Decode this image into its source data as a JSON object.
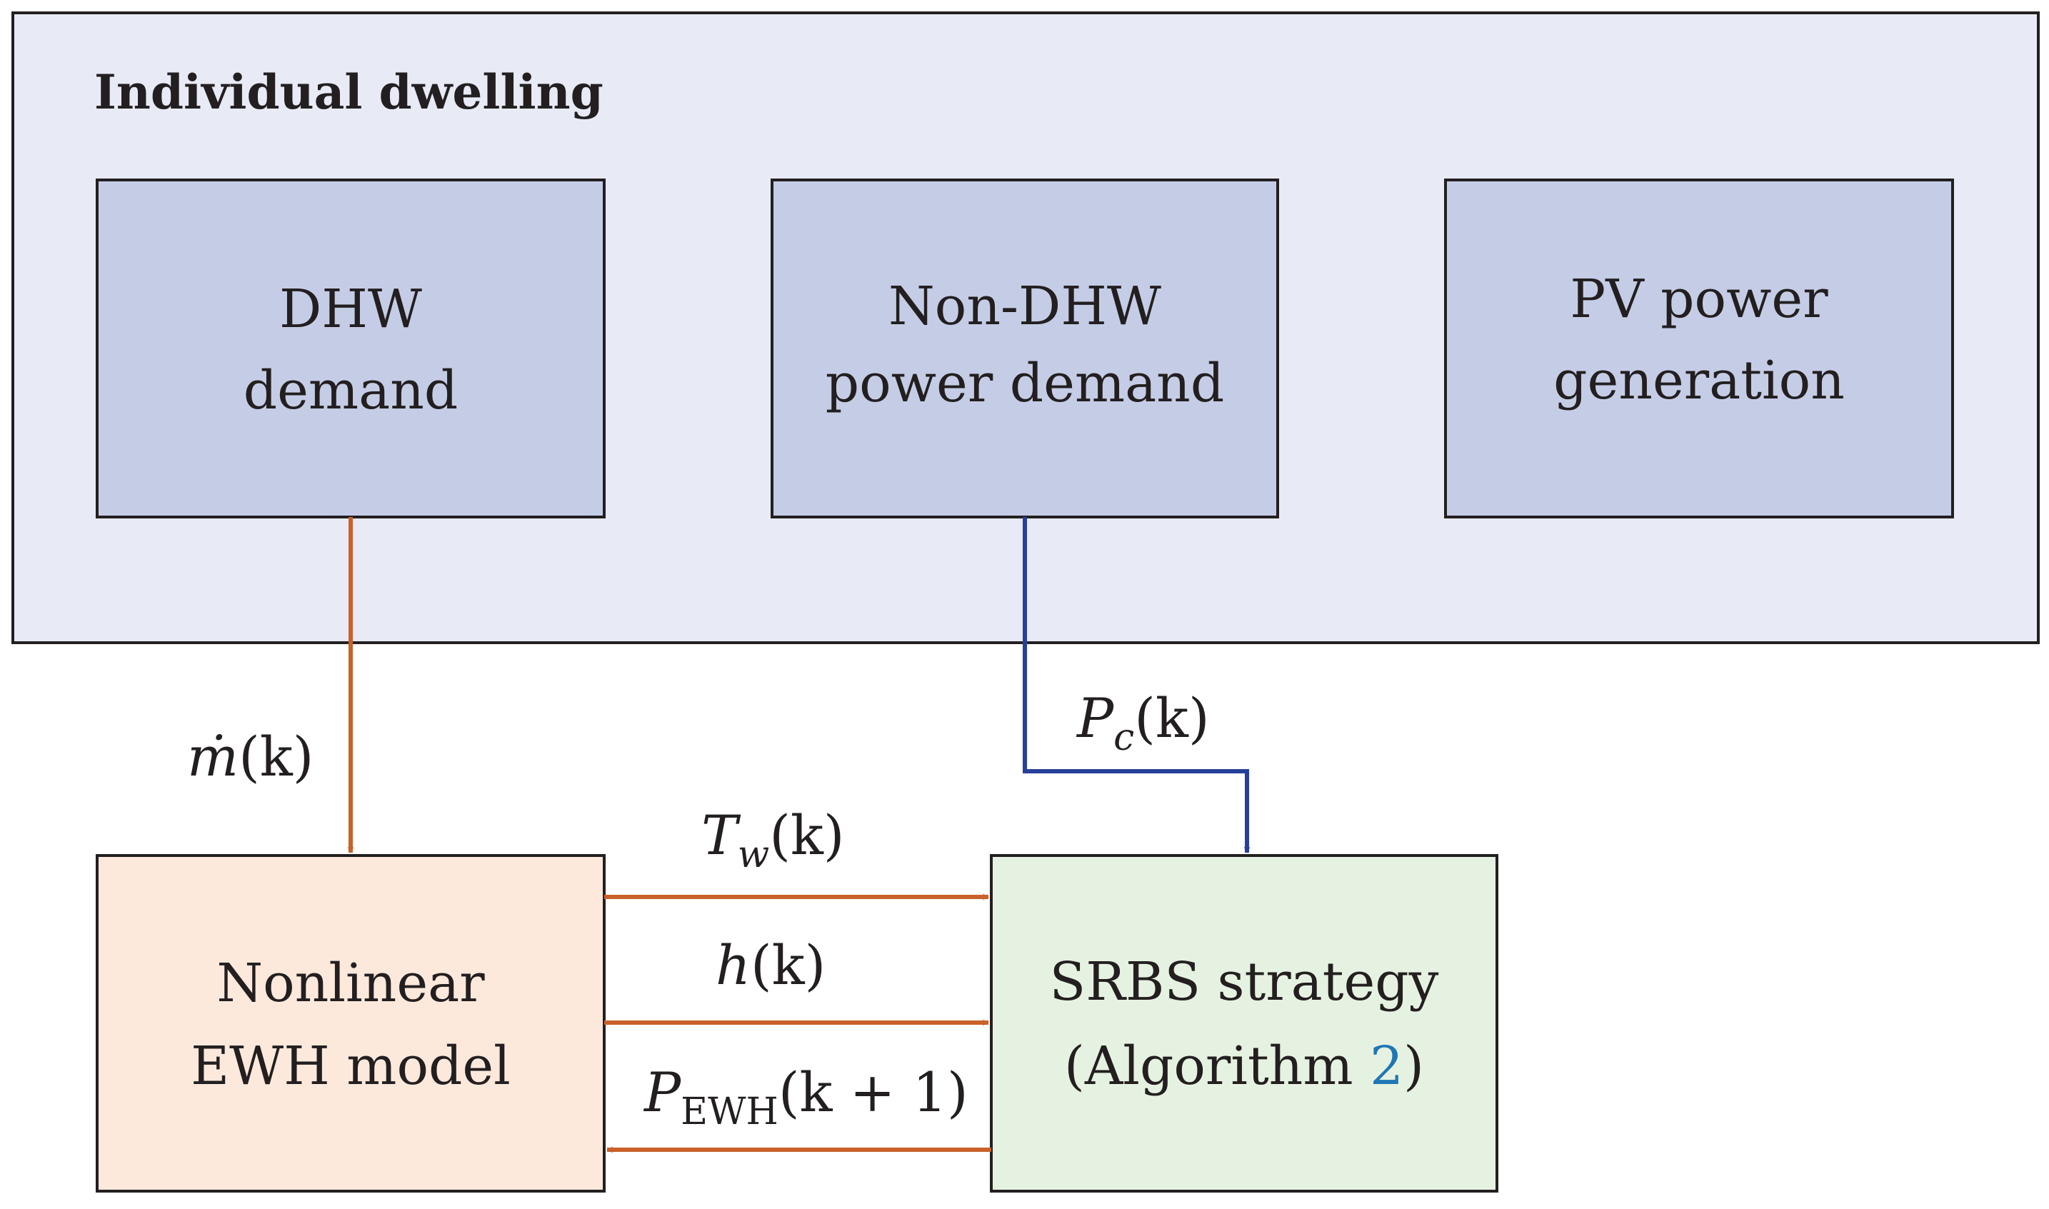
{
  "title": "Individual dwelling",
  "colors": {
    "outer_fill": "#e8ebf6",
    "top_box_fill": "#c5cde6",
    "ewh_fill": "#fde9dc",
    "srbs_fill": "#e6f2e1",
    "stroke": "#231f20",
    "orange_arrow": "#c9612a",
    "blue_arrow": "#26409a",
    "ref_link": "#1f77b4"
  },
  "nodes": {
    "dhw": {
      "line1": "DHW",
      "line2": "demand"
    },
    "nondhw": {
      "line1": "Non-DHW",
      "line2": "power demand"
    },
    "pv": {
      "line1": "PV power",
      "line2": "generation"
    },
    "ewh": {
      "line1": "Nonlinear",
      "line2": "EWH model"
    },
    "srbs": {
      "line1": "SRBS strategy",
      "line2_open": "(Algorithm ",
      "line2_ref": "2",
      "line2_close": ")"
    }
  },
  "edges": {
    "mdot": {
      "var": "ṁ",
      "arg": "(k)"
    },
    "pc": {
      "var": "P",
      "sub": "c",
      "arg": "(k)"
    },
    "tw": {
      "var": "T",
      "sub": "w",
      "arg": "(k)"
    },
    "h": {
      "var": "h",
      "arg": "(k)"
    },
    "pewh": {
      "var": "P",
      "sub": "EWH",
      "arg": "(k + 1)"
    }
  }
}
